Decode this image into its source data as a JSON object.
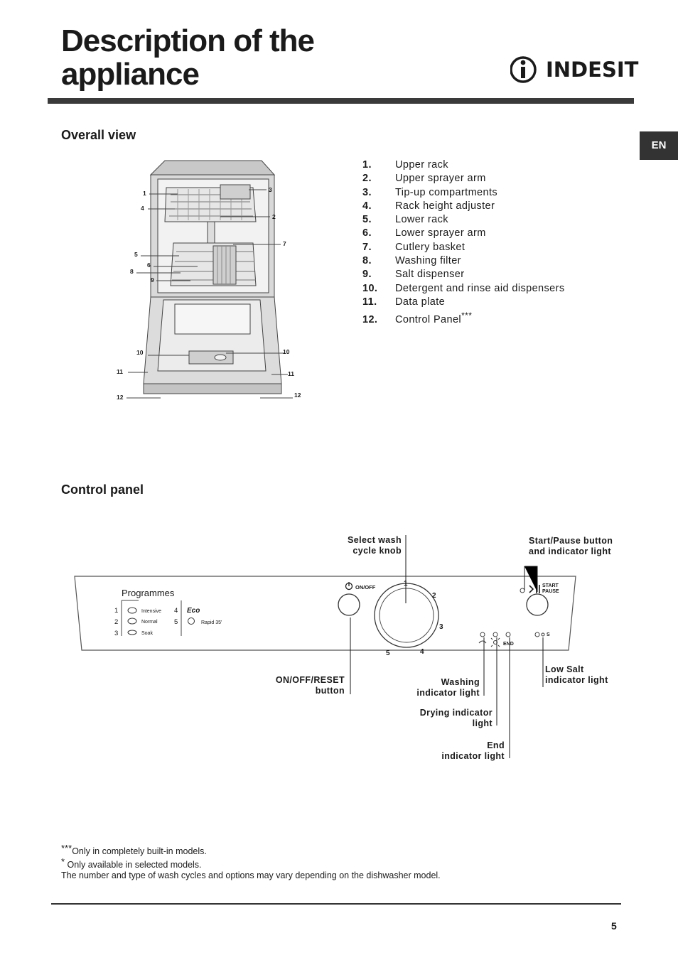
{
  "header": {
    "title": "Description of the appliance",
    "brand": "INDESIT",
    "language_tab": "EN"
  },
  "overall_view": {
    "heading": "Overall view",
    "parts": [
      {
        "num": "1.",
        "label": "Upper rack"
      },
      {
        "num": "2.",
        "label": "Upper sprayer arm"
      },
      {
        "num": "3.",
        "label": "Tip-up compartments"
      },
      {
        "num": "4.",
        "label": "Rack height adjuster"
      },
      {
        "num": "5.",
        "label": "Lower rack"
      },
      {
        "num": "6.",
        "label": "Lower sprayer arm"
      },
      {
        "num": "7.",
        "label": "Cutlery basket"
      },
      {
        "num": "8.",
        "label": "Washing filter"
      },
      {
        "num": "9.",
        "label": "Salt dispenser"
      },
      {
        "num": "10.",
        "label": "Detergent and rinse aid dispensers"
      },
      {
        "num": "11.",
        "label": "Data plate"
      },
      {
        "num": "12.",
        "label": "Control Panel",
        "note": "***"
      }
    ],
    "diagram_labels": [
      "1",
      "3",
      "4",
      "2",
      "7",
      "5",
      "6",
      "8",
      "9",
      "10",
      "10",
      "11",
      "11",
      "12",
      "12"
    ]
  },
  "control_panel": {
    "heading": "Control panel",
    "callouts": {
      "select_knob": [
        "Select wash",
        "cycle knob"
      ],
      "start_pause": [
        "Start/Pause button",
        "and indicator light"
      ],
      "on_off_reset": [
        "ON/OFF/RESET",
        "button"
      ],
      "washing_light": [
        "Washing",
        "indicator light"
      ],
      "drying_light": [
        "Drying indicator",
        "light"
      ],
      "end_light": [
        "End",
        "indicator light"
      ],
      "low_salt": [
        "Low Salt",
        "indicator light"
      ]
    },
    "panel_text": {
      "programmes": "Programmes",
      "prog_1_num": "1",
      "prog_1": "Intensive",
      "prog_2_num": "2",
      "prog_2": "Normal",
      "prog_3_num": "3",
      "prog_3": "Soak",
      "prog_4_num": "4",
      "prog_4": "Eco",
      "prog_5_num": "5",
      "prog_5": "Rapid 35'",
      "on_off": "ON/OFF",
      "start": "START",
      "pause": "PAUSE",
      "end": "END",
      "salt_s": "S",
      "knob_positions": [
        "1",
        "2",
        "3",
        "4",
        "5"
      ]
    }
  },
  "footnotes": {
    "triple_mark": "***",
    "triple_text": "Only in completely built-in models.",
    "single_mark": "*",
    "single_text": " Only available in selected models.",
    "variation": "The number and type of wash cycles and options may vary depending on the dishwasher model."
  },
  "page_number": "5",
  "colors": {
    "ink": "#1a1a1a",
    "bar": "#3a3a3a",
    "tab": "#333333"
  }
}
